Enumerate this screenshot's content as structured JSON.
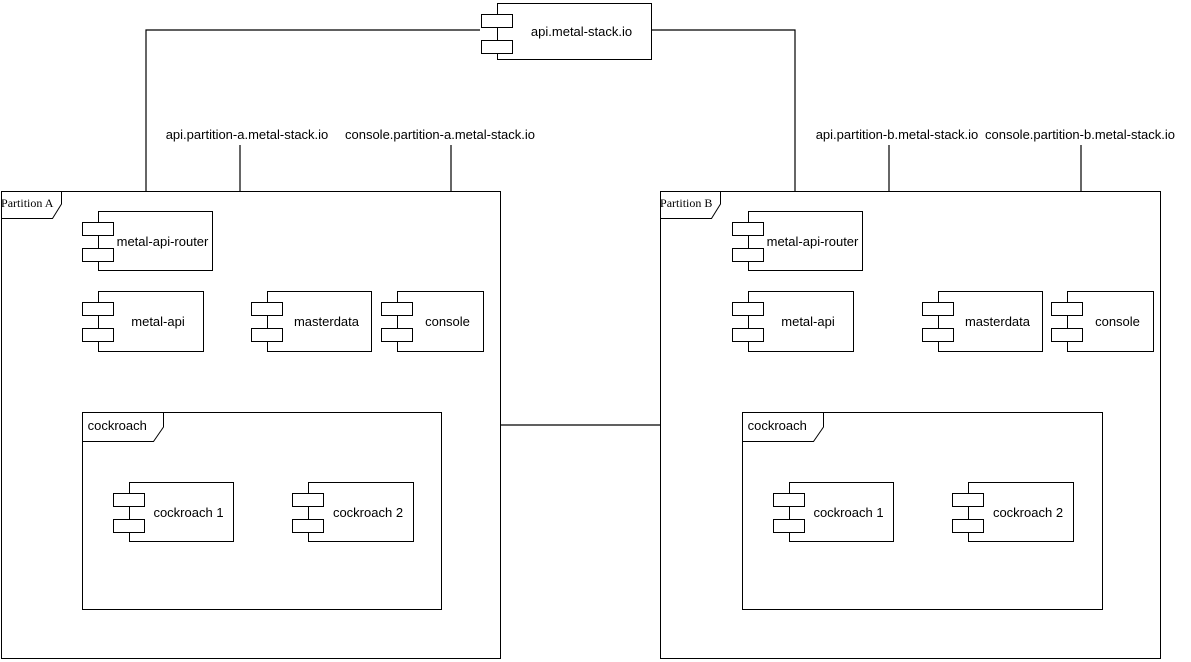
{
  "diagram": {
    "type": "uml-component-diagram",
    "colors": {
      "stroke": "#000000",
      "fill": "#ffffff",
      "background": "#ffffff"
    },
    "root_component": {
      "label": "api.metal-stack.io"
    },
    "dns_labels": [
      "api.partition-a.metal-stack.io",
      "console.partition-a.metal-stack.io",
      "api.partition-b.metal-stack.io",
      "console.partition-b.metal-stack.io"
    ],
    "partitions": [
      {
        "tab": "Partition A",
        "router": "metal-api-router",
        "metal_api": "metal-api",
        "masterdata": "masterdata",
        "console": "console",
        "cockroach": {
          "tab": "cockroach",
          "node1": "cockroach 1",
          "node2": "cockroach 2"
        }
      },
      {
        "tab": "Partition B",
        "router": "metal-api-router",
        "metal_api": "metal-api",
        "masterdata": "masterdata",
        "console": "console",
        "cockroach": {
          "tab": "cockroach",
          "node1": "cockroach 1",
          "node2": "cockroach 2"
        }
      }
    ]
  }
}
